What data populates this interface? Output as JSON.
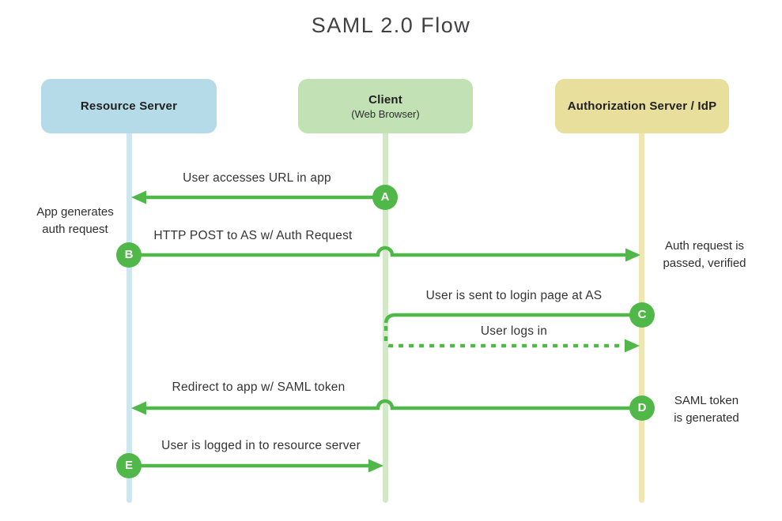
{
  "title": "SAML 2.0 Flow",
  "actors": [
    {
      "name": "Resource Server",
      "subtitle": "",
      "box_color": "#b5dbe8",
      "lifeline_color": "#cde6ef"
    },
    {
      "name": "Client",
      "subtitle": "(Web Browser)",
      "box_color": "#c2e1b4",
      "lifeline_color": "#d3e8c8"
    },
    {
      "name": "Authorization Server / IdP",
      "subtitle": "",
      "box_color": "#e9df9c",
      "lifeline_color": "#efe7b2"
    }
  ],
  "messages": [
    {
      "id": "A",
      "label": "User accesses URL in app",
      "from": "client",
      "to": "resource-server",
      "line_style": "solid"
    },
    {
      "id": "B",
      "label": "HTTP POST to AS w/ Auth Request",
      "from": "resource-server",
      "to": "authorization-server",
      "line_style": "solid"
    },
    {
      "id": "C",
      "label": "User is sent to login page at AS",
      "from": "authorization-server",
      "to": "client",
      "line_style": "solid"
    },
    {
      "id": "",
      "label": "User logs in",
      "from": "client",
      "to": "authorization-server",
      "line_style": "dotted"
    },
    {
      "id": "D",
      "label": "Redirect to app w/ SAML token",
      "from": "authorization-server",
      "to": "resource-server",
      "line_style": "solid"
    },
    {
      "id": "E",
      "label": "User is logged in to resource server",
      "from": "resource-server",
      "to": "client",
      "line_style": "solid"
    }
  ],
  "notes": [
    {
      "line1": "App generates",
      "line2": "auth request",
      "side": "left"
    },
    {
      "line1": "Auth request is",
      "line2": "passed, verified",
      "side": "right"
    },
    {
      "line1": "SAML token",
      "line2": "is generated",
      "side": "right"
    }
  ],
  "colors": {
    "arrow_green": "#50b848",
    "resource_blue": "#b5dbe8",
    "client_green": "#c2e1b4",
    "idp_yellow": "#e9df9c",
    "title_text": "#414042"
  }
}
